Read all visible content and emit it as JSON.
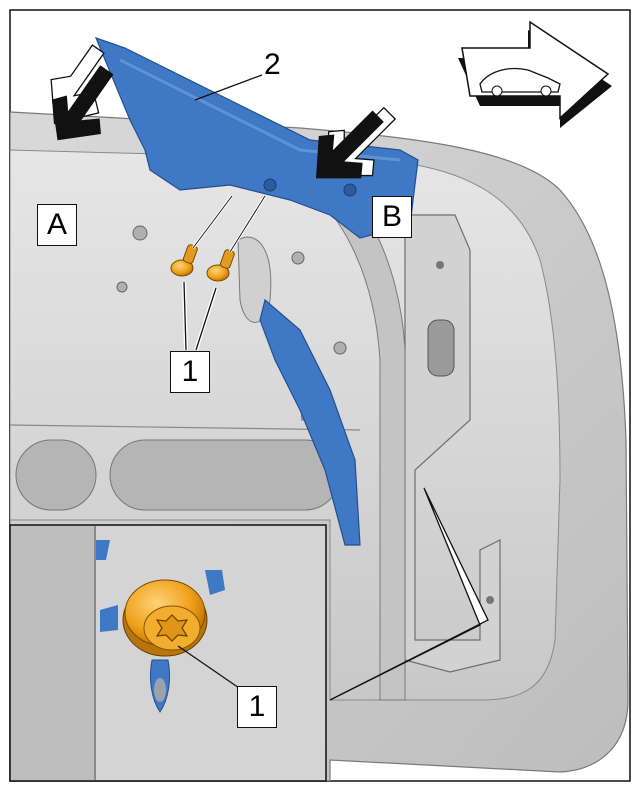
{
  "figure": {
    "labels": {
      "view_a": "A",
      "view_b": "B",
      "part_2": "2",
      "screws_main": "1",
      "screw_detail": "1"
    },
    "icons": {
      "orientation": "car-direction-icon",
      "arrow_a": "press-arrow-icon",
      "arrow_b": "press-arrow-icon",
      "screw": "torx-screw-icon"
    },
    "colors": {
      "bracket_blue": "#3f78c4",
      "screw_orange": "#f0a21c",
      "body_gray": "#cfcfcf",
      "outline": "#111111"
    }
  }
}
